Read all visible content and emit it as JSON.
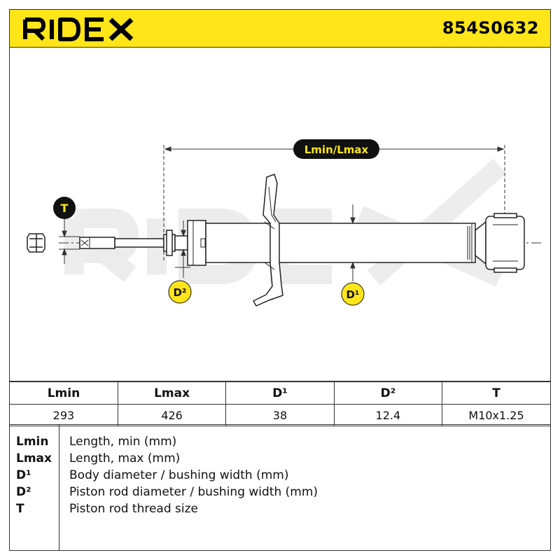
{
  "header": {
    "brand": "RIDEX",
    "part_number": "854S0632",
    "background_color": "#ffe51a"
  },
  "drawing": {
    "watermark": "RIDEX",
    "dimension_labels": {
      "length": "Lmin/Lmax",
      "thread": "T",
      "rod_diameter": "D²",
      "body_diameter": "D¹"
    },
    "badge_colors": {
      "dark": "#111111",
      "yellow": "#ffe51a"
    }
  },
  "specs": {
    "headers": [
      "Lmin",
      "Lmax",
      "D¹",
      "D²",
      "T"
    ],
    "values": [
      "293",
      "426",
      "38",
      "12.4",
      "M10x1.25"
    ]
  },
  "legend": [
    {
      "key": "Lmin",
      "description": "Length, min (mm)"
    },
    {
      "key": "Lmax",
      "description": "Length, max (mm)"
    },
    {
      "key": "D¹",
      "description": "Body diameter / bushing width (mm)"
    },
    {
      "key": "D²",
      "description": "Piston rod diameter / bushing width (mm)"
    },
    {
      "key": "T",
      "description": "Piston rod thread size"
    }
  ]
}
